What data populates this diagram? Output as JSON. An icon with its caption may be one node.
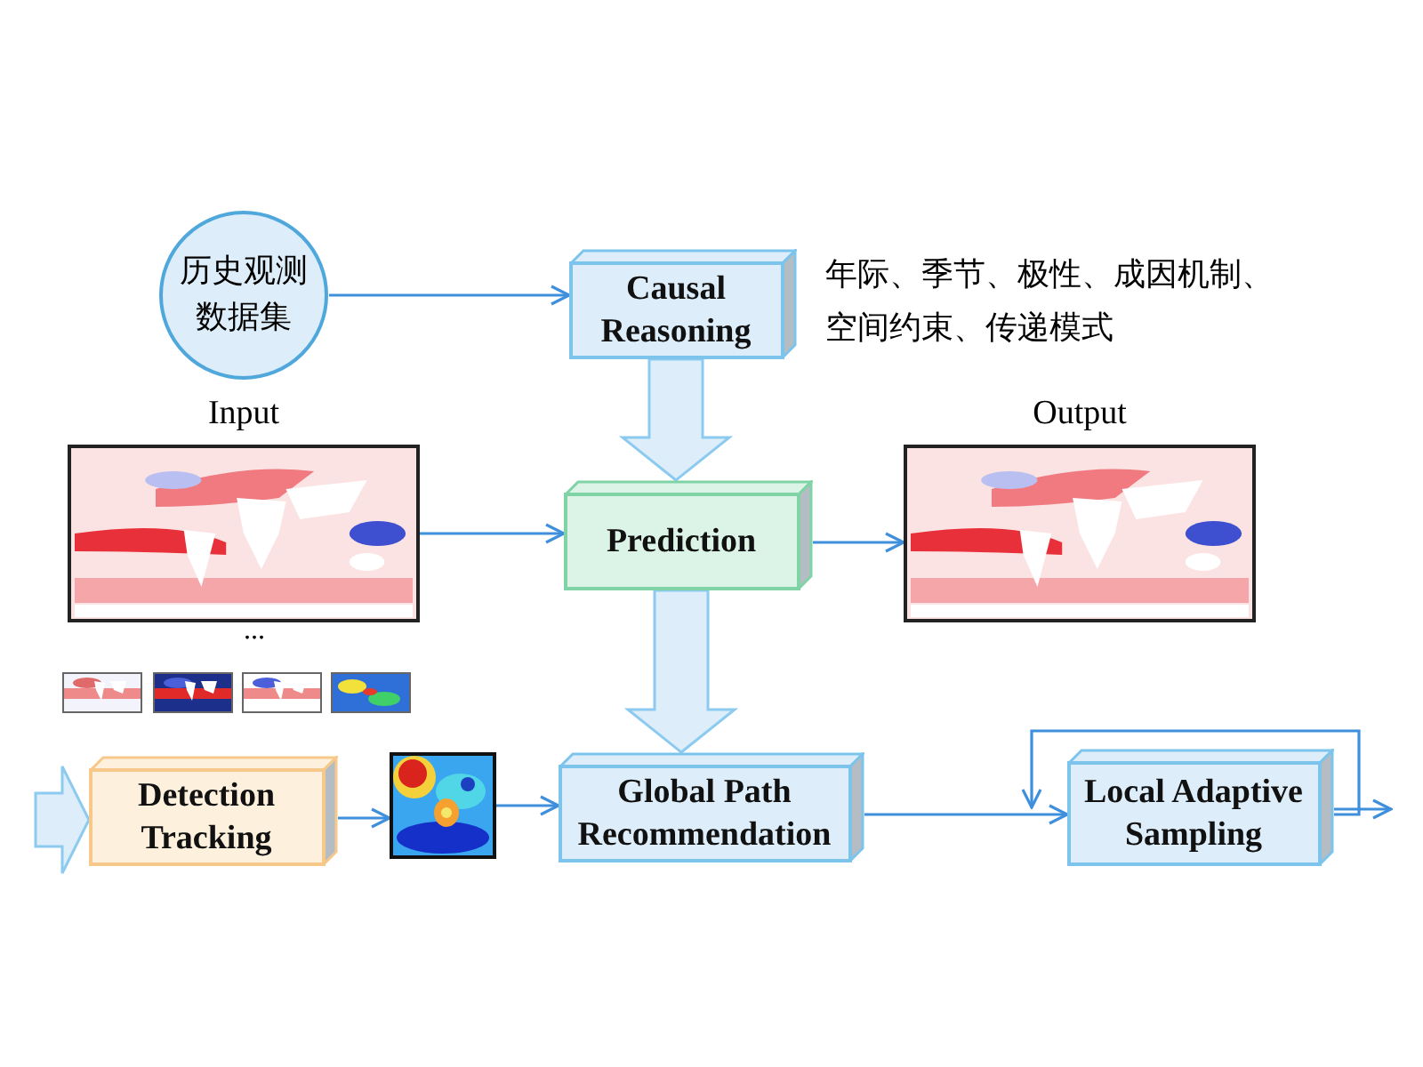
{
  "diagram": {
    "nodes": [
      {
        "text": [
          "历史观测数据集"
        ]
      },
      {
        "text": [
          "Causal Reasoning"
        ],
        "beside": [
          "年际、季节、极性、成因机制、空间约束、传递模式"
        ]
      },
      {
        "text": [
          "Input"
        ]
      },
      {
        "text": [
          "Prediction"
        ]
      },
      {
        "text": [
          "Output"
        ]
      },
      {
        "text": [
          "Detection Tracking"
        ]
      },
      {
        "text": [],
        "shape": "picture"
      },
      {
        "text": [
          "Global Path Recommendation"
        ]
      },
      {
        "text": [
          "Local Adaptive Sampling"
        ]
      }
    ],
    "edges": [
      {
        "from": 0,
        "to": 1,
        "arrow": "to"
      },
      {
        "from": 1,
        "to": 3,
        "arrow": "to",
        "style": "thick"
      },
      {
        "from": 2,
        "to": 3,
        "arrow": "to"
      },
      {
        "from": 3,
        "to": 4,
        "arrow": "to"
      },
      {
        "from": 3,
        "to": 7,
        "arrow": "to",
        "style": "thick"
      },
      {
        "from": null,
        "to": 5,
        "arrow": "to",
        "style": "thick"
      },
      {
        "from": 5,
        "to": 6,
        "arrow": "to"
      },
      {
        "from": 6,
        "to": 7,
        "arrow": "to"
      },
      {
        "from": 7,
        "to": 8,
        "arrow": "to"
      },
      {
        "from": 8,
        "to": 8,
        "arrow": "to"
      },
      {
        "from": 8,
        "to": null,
        "arrow": "to"
      }
    ],
    "labels": [
      "..."
    ]
  }
}
